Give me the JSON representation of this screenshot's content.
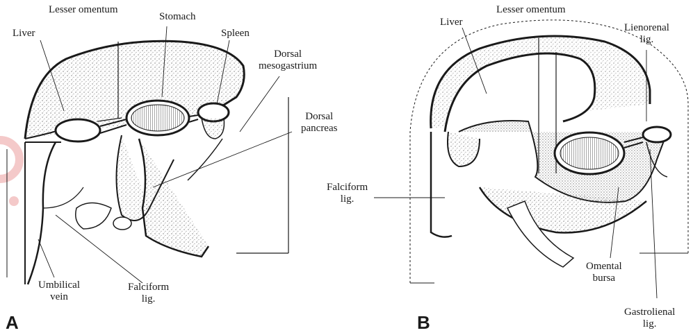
{
  "panels": {
    "a": {
      "letter": "A",
      "labels": {
        "lesser_omentum": "Lesser omentum",
        "stomach": "Stomach",
        "liver": "Liver",
        "spleen": "Spleen",
        "dorsal_mesogastrium": "Dorsal\nmesogastrium",
        "dorsal_pancreas": "Dorsal\npancreas",
        "umbilical_vein": "Umbilical\nvein",
        "falciform_lig": "Falciform\nlig."
      }
    },
    "b": {
      "letter": "B",
      "labels": {
        "lesser_omentum": "Lesser omentum",
        "liver": "Liver",
        "lienorenal_lig": "Lienorenal\nlig.",
        "falciform_lig": "Falciform\nlig.",
        "omental_bursa": "Omental\nbursa",
        "gastrolienal_lig": "Gastrolienal\nlig."
      }
    }
  },
  "colors": {
    "ink": "#1a1a1a",
    "stipple": "#555555",
    "watermark": "#f4c9c9"
  }
}
